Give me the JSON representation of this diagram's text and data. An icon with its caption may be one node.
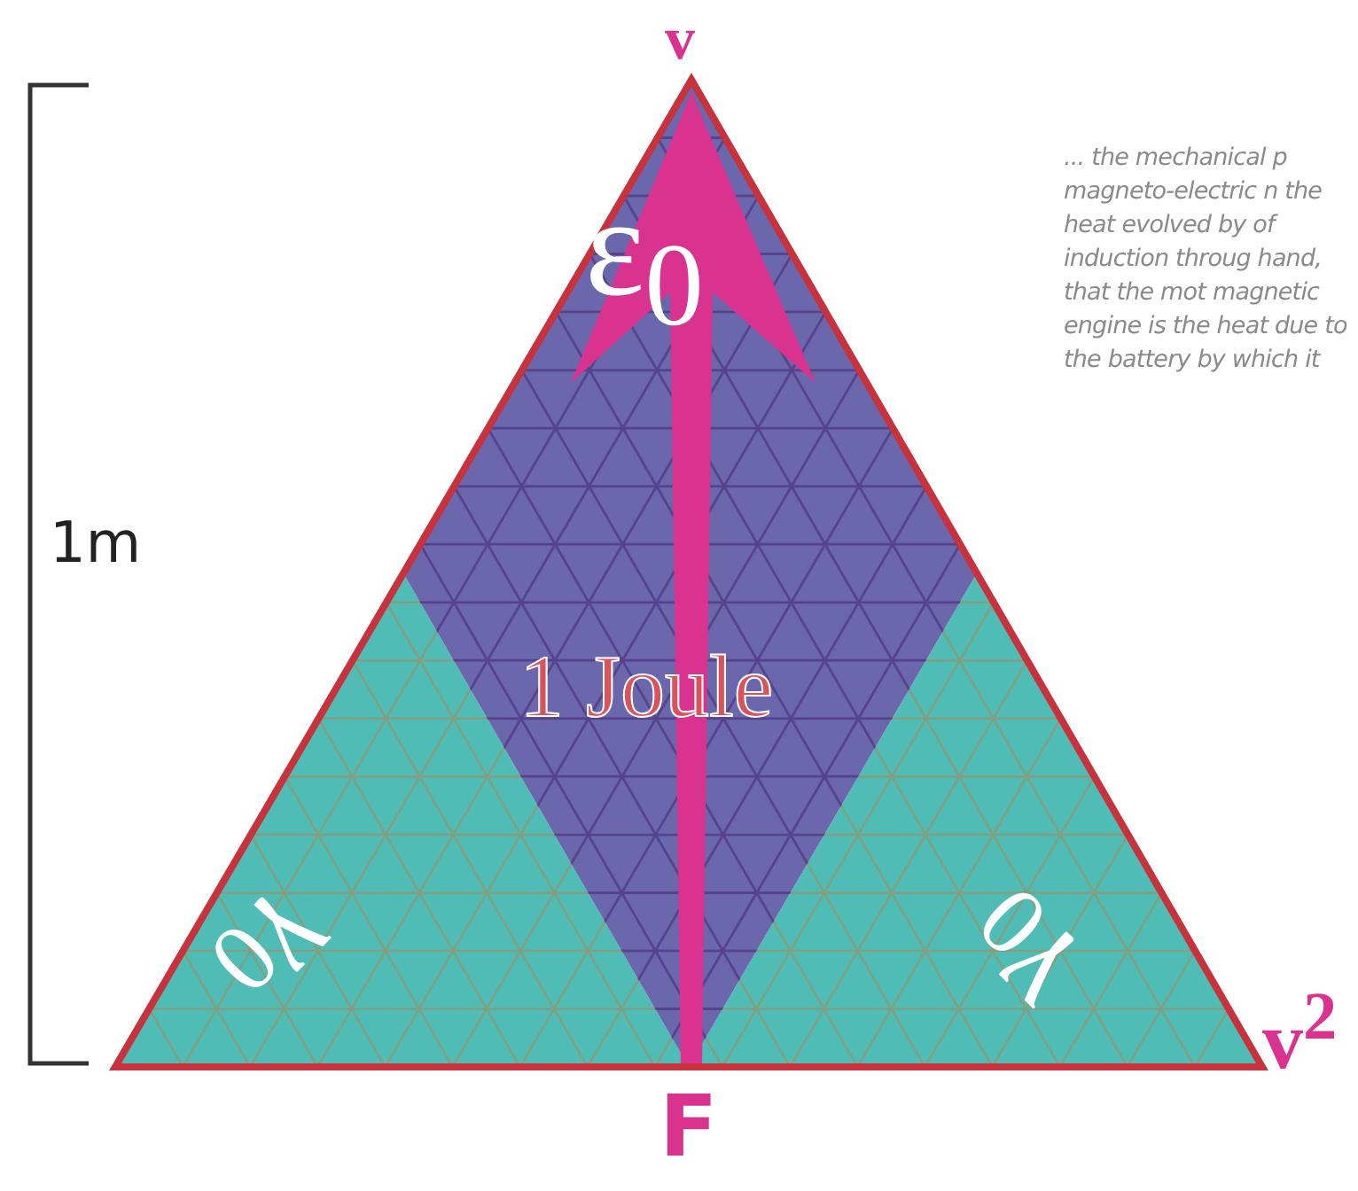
{
  "diagram": {
    "labels": [
      "v",
      "ε$_{0}$",
      "1m",
      "... the mechanical p magneto-electric n the heat evolved by of induction throug hand, that the mot magnetic engine is the heat due to the battery by which it",
      "1 Joule",
      "γ$_{0}$",
      "γ$_{0}$",
      "v$^{2}$",
      "F"
    ]
  }
}
